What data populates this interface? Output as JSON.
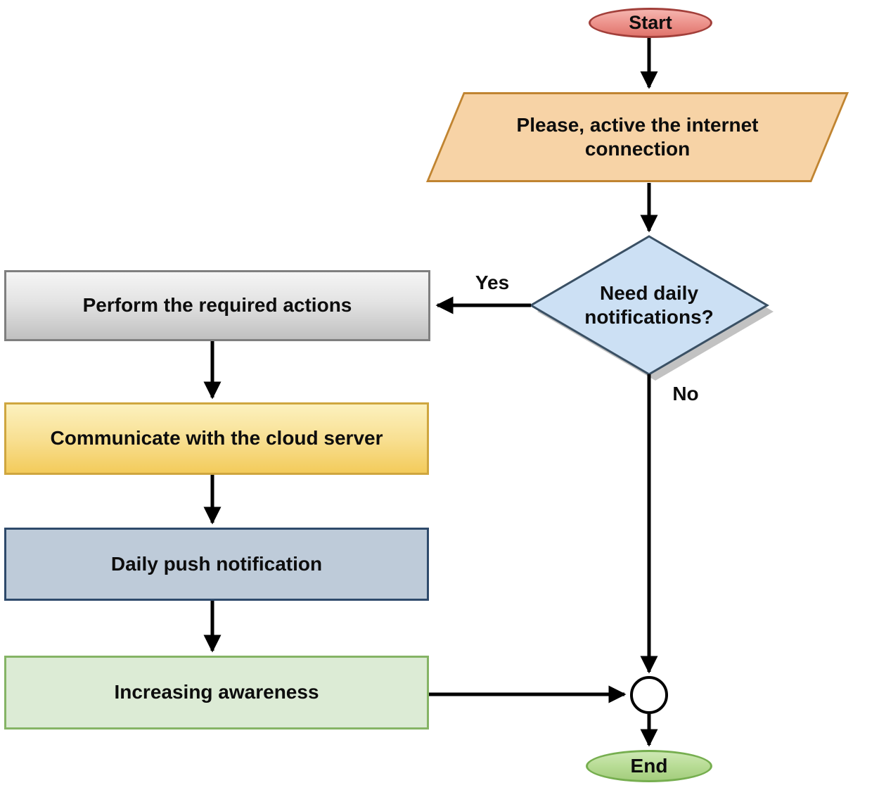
{
  "figure": {
    "background": "#ffffff",
    "arrow_color": "#000000",
    "nodes": {
      "start": {
        "label": "Start",
        "shape": "terminator",
        "fill_top": "#f5b5af",
        "fill_bottom": "#e0746c",
        "border": "#a23f3a"
      },
      "activate_internet": {
        "label": "Please, active the internet connection",
        "shape": "parallelogram",
        "fill": "#f7d3a6",
        "border": "#c08431"
      },
      "need_daily_notifications": {
        "label": "Need daily notifications?",
        "shape": "decision",
        "fill": "#cce0f4",
        "border": "#3a5064"
      },
      "perform_actions": {
        "label": "Perform the required actions",
        "shape": "process",
        "fill_top": "#f5f5f5",
        "fill_bottom": "#c0c0c0",
        "border": "#7f7f7f"
      },
      "communicate_cloud": {
        "label": "Communicate with the cloud server",
        "shape": "process",
        "fill_top": "#fcf1be",
        "fill_bottom": "#f3cb5b",
        "border": "#cfa63f"
      },
      "daily_push": {
        "label": "Daily push notification",
        "shape": "process",
        "fill": "#becbd9",
        "border": "#2e4a6b"
      },
      "increasing_awareness": {
        "label": "Increasing awareness",
        "shape": "process",
        "fill": "#dcebd5",
        "border": "#85b465"
      },
      "merge_junction": {
        "shape": "connector",
        "fill": "#ffffff",
        "border": "#000000"
      },
      "end": {
        "label": "End",
        "shape": "terminator",
        "fill_top": "#cde8b3",
        "fill_bottom": "#a3cd7d",
        "border": "#76ae4f"
      }
    },
    "edge_labels": {
      "yes": "Yes",
      "no": "No"
    }
  }
}
